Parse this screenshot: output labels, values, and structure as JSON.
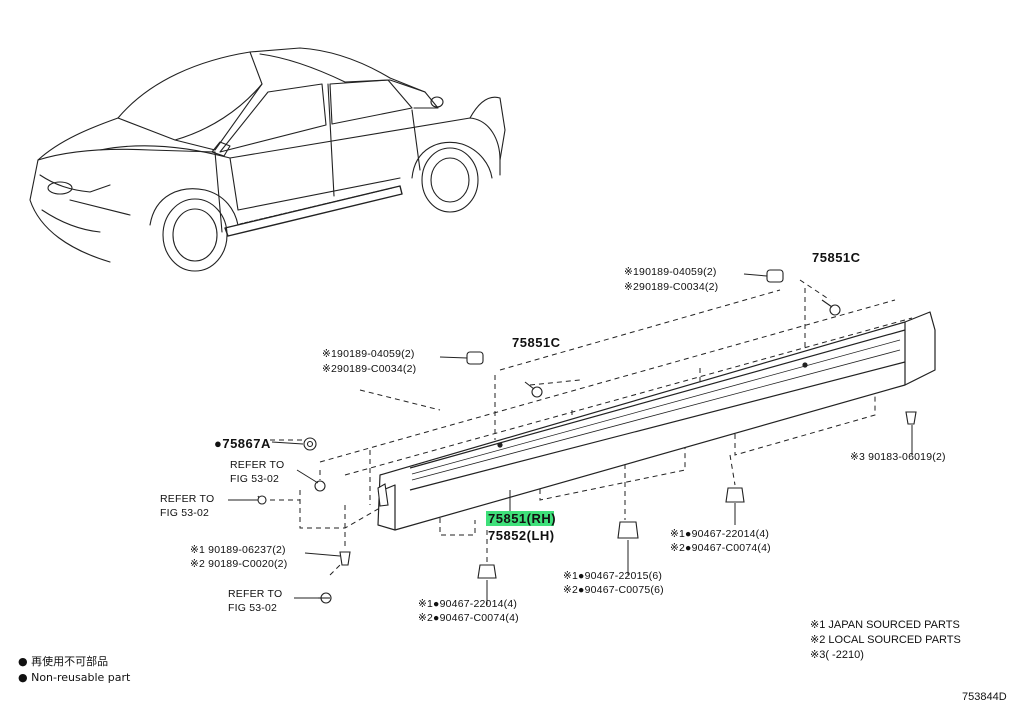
{
  "diagram_id": "753844D",
  "main_part": {
    "rh": "75851(RH)",
    "lh": "75852(LH)",
    "highlight_color": "#3fe07a"
  },
  "callouts": {
    "c_right": "75851C",
    "c_mid": "75851C",
    "clip_a": "●75867A",
    "refer1_a": "REFER TO",
    "refer1_b": "FIG 53-02",
    "refer2_a": "REFER TO",
    "refer2_b": "FIG 53-02",
    "refer3_a": "REFER TO",
    "refer3_b": "FIG 53-02",
    "top_right_1": "※190189-04059(2)",
    "top_right_2": "※290189-C0034(2)",
    "mid_1": "※190189-04059(2)",
    "mid_2": "※290189-C0034(2)",
    "screw_1": "※1 90189-06237(2)",
    "screw_2": "※2 90189-C0020(2)",
    "clip_left_1": "※1●90467-22014(4)",
    "clip_left_2": "※2●90467-C0074(4)",
    "clip_mid_1": "※1●90467-22015(6)",
    "clip_mid_2": "※2●90467-C0075(6)",
    "clip_right_1": "※1●90467-22014(4)",
    "clip_right_2": "※2●90467-C0074(4)",
    "nut_right": "※3  90183-06019(2)"
  },
  "legend": {
    "line_jp": "● 再使用不可部品",
    "line_en": "● Non-reusable part"
  },
  "notes": {
    "n1": "※1 JAPAN SOURCED PARTS",
    "n2": "※2 LOCAL SOURCED PARTS",
    "n3": "※3(       -2210)"
  }
}
